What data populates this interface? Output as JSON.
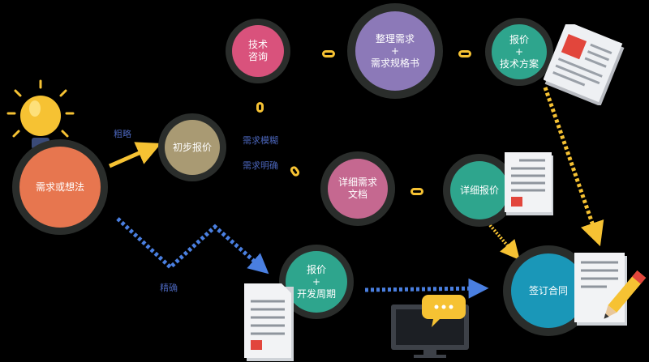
{
  "nodes": {
    "idea": "需求或想法",
    "consult": "技术\n咨询",
    "organize": "整理需求\n+\n需求规格书",
    "quote_tech": "报价\n+\n技术方案",
    "initial_quote": "初步报价",
    "detail_doc": "详细需求\n文档",
    "detail_quote": "详细报价",
    "quote_cycle": "报价\n+\n开发周期",
    "contract": "签订合同"
  },
  "labels": {
    "rough": "粗略",
    "vague": "需求模糊",
    "clear": "需求明确",
    "precise": "精确"
  },
  "colors": {
    "idea": "#e7764f",
    "consult": "#d9527c",
    "organize": "#8c79b8",
    "quote_tech": "#2ea58d",
    "initial_quote": "#a99a73",
    "detail_doc": "#c56890",
    "detail_quote": "#2ea58d",
    "quote_cycle": "#2ea58d",
    "contract": "#1a97b8",
    "arrow_yellow": "#f6c233",
    "arrow_blue": "#4a7fe0"
  },
  "icons": [
    "lightbulb-icon",
    "newspaper-icon",
    "document-icon",
    "monitor-chat-icon",
    "contract-pen-icon"
  ]
}
